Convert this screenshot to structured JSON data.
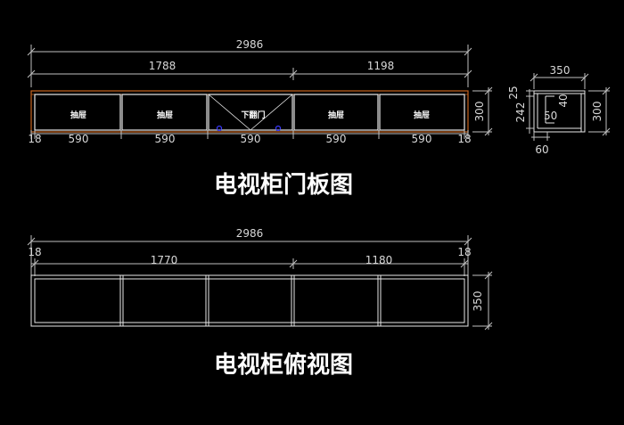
{
  "front_view": {
    "title": "电视柜门板图",
    "overall_width": "2986",
    "left_section": "1788",
    "right_section": "1198",
    "height": "300",
    "side_thickness_left": "18",
    "side_thickness_right": "18",
    "panel_widths": [
      "590",
      "590",
      "590",
      "590",
      "590"
    ],
    "panel_labels": [
      "抽屉",
      "抽屉",
      "下翻门",
      "抽屉",
      "抽屉"
    ]
  },
  "section_view": {
    "depth": "350",
    "height": "300",
    "dim_25": "25",
    "dim_242": "242",
    "dim_40": "40",
    "dim_50": "50",
    "dim_60": "60"
  },
  "top_view": {
    "title": "电视柜俯视图",
    "overall_width": "2986",
    "left_side": "18",
    "right_side": "18",
    "left_section": "1770",
    "right_section": "1180",
    "depth": "350"
  },
  "colors": {
    "background": "#000000",
    "line": "#e8e8e8",
    "dimension": "#bfbfbf",
    "cabinet_outline": "#c8641e",
    "hinge_marker": "#3a3aff"
  }
}
